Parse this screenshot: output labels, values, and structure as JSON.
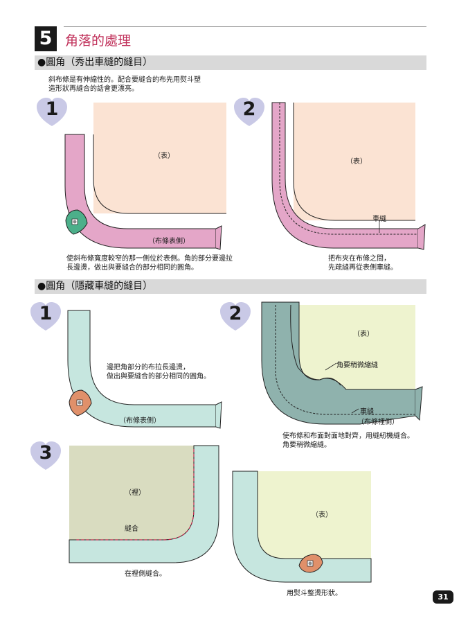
{
  "header": {
    "section_number": "5",
    "title": "角落的處理"
  },
  "sections": [
    {
      "heading": "●圓角（秀出車縫的縫目）",
      "intro_line1": "斜布條是有伸縮性的。配合要縫合的布先用熨斗塑",
      "intro_line2": "造形狀再縫合的話會更漂亮。",
      "steps": [
        {
          "number": "1",
          "labels": {
            "front": "（表）",
            "binding_face": "（布條表側）"
          },
          "caption_line1": "使斜布條寬度較窄的那一側位於表側。角的部分要邊拉",
          "caption_line2": "長邊燙，做出與要縫合的部分相同的圓角。"
        },
        {
          "number": "2",
          "labels": {
            "front": "（表）",
            "stitch": "車縫"
          },
          "caption_line1": "把布夾在布條之間，",
          "caption_line2": "先疏縫再從表側車縫。"
        }
      ]
    },
    {
      "heading": "●圓角（隱藏車縫的縫目）",
      "steps": [
        {
          "number": "1",
          "labels": {
            "binding_face": "（布條表側）"
          },
          "caption_line1": "邊把角部分的布拉長邊燙，",
          "caption_line2": "做出與要縫合的部分相同的圓角。"
        },
        {
          "number": "2",
          "labels": {
            "front": "（表）",
            "ease": "角要稍微縮縫",
            "stitch": "車縫",
            "binding_back": "（布條裡側）"
          },
          "caption_line1": "使布條和布面對面地對齊，用縫紉機縫合。",
          "caption_line2": "角要稍微縮縫。"
        },
        {
          "number": "3",
          "labels": {
            "back": "（裡）",
            "sew": "縫合",
            "front": "（表）"
          },
          "caption_left": "在裡側縫合。",
          "caption_right": "用熨斗整燙形狀。"
        }
      ]
    }
  ],
  "page_number": "31",
  "colors": {
    "title_red": "#c0305a",
    "section_bar": "#d9d9d9",
    "pink_binding": "#e4a6c8",
    "peach_fabric": "#fbe3d3",
    "mint_binding": "#c6e6df",
    "lime_fabric": "#eef3cf",
    "olive_fabric": "#d9dcc0",
    "teal_back": "#8fb2ad",
    "heart": "#c9c9e6",
    "iron_green": "#4caf8a",
    "iron_orange": "#e0906a",
    "stitch_red": "#c8264e"
  },
  "icons": [
    "heart-icon",
    "iron-icon"
  ]
}
